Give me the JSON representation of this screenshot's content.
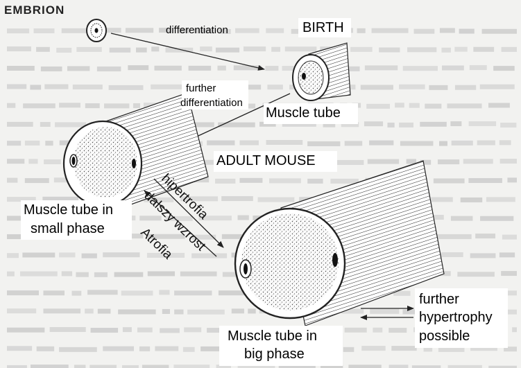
{
  "labels": {
    "embrion": "EMBRION",
    "differentiation": "differentiation",
    "birth": "BIRTH",
    "further_differentiation_line1": "further",
    "further_differentiation_line2": "differentiation",
    "muscle_tube": "Muscle tube",
    "adult_mouse": "ADULT MOUSE",
    "small_phase_line1": "Muscle tube in",
    "small_phase_line2": "small phase",
    "hypertrofia": "hipertrofia",
    "dalszy_wzrost": "dalszy wzrost",
    "atrofia": "Atrofia",
    "big_phase_line1": "Muscle tube in",
    "big_phase_line2": "big phase",
    "further_hypertrophy_line1": "further",
    "further_hypertrophy_line2": "hypertrophy",
    "further_hypertrophy_line3": "possible"
  },
  "colors": {
    "background_page": "#f2f2f0",
    "scan_text": "#c4c4c4",
    "ink": "#111111",
    "label_box": "#ffffff"
  }
}
